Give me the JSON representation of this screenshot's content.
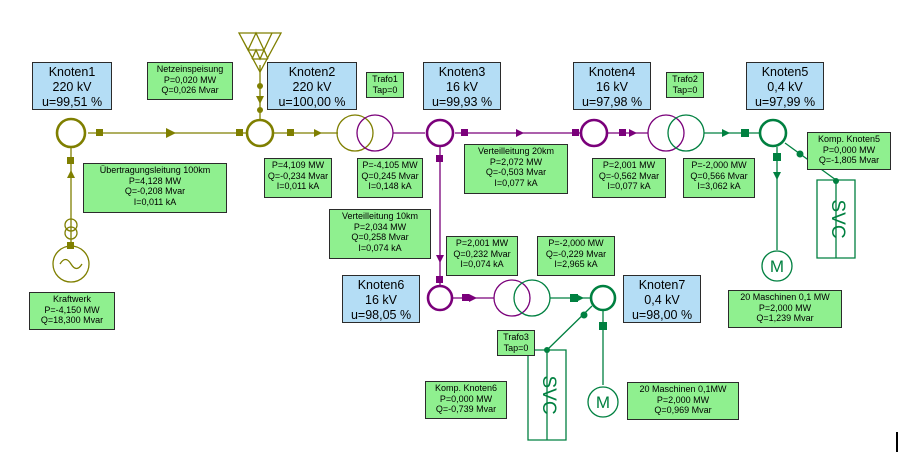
{
  "colors": {
    "line_220kV": "#7f7f00",
    "line_16kV": "#7a007a",
    "line_04kV": "#008040",
    "node_box": "#b4ddf5",
    "result_box": "#8ff08f"
  },
  "nodes": {
    "k1": {
      "name": "Knoten1",
      "voltage": "220 kV",
      "u": "u=99,51 %"
    },
    "k2": {
      "name": "Knoten2",
      "voltage": "220 kV",
      "u": "u=100,00 %"
    },
    "k3": {
      "name": "Knoten3",
      "voltage": "16 kV",
      "u": "u=99,93 %"
    },
    "k4": {
      "name": "Knoten4",
      "voltage": "16 kV",
      "u": "u=97,98 %"
    },
    "k5": {
      "name": "Knoten5",
      "voltage": "0,4 kV",
      "u": "u=97,99 %"
    },
    "k6": {
      "name": "Knoten6",
      "voltage": "16 kV",
      "u": "u=98,05 %"
    },
    "k7": {
      "name": "Knoten7",
      "voltage": "0,4 kV",
      "u": "u=98,00 %"
    }
  },
  "elements": {
    "netz": [
      "Netzeinspeisung",
      "P=0,020 MW",
      "Q=0,026 Mvar"
    ],
    "trafo1": [
      "Trafo1",
      "Tap=0"
    ],
    "trafo2": [
      "Trafo2",
      "Tap=0"
    ],
    "trafo3": [
      "Trafo3",
      "Tap=0"
    ],
    "ueb": [
      "Übertragungsleitung 100km",
      "P=4,128 MW",
      "Q=-0,208 Mvar",
      "I=0,011 kA"
    ],
    "k2res": [
      "P=4,109 MW",
      "Q=-0,234 Mvar",
      "I=0,011 kA"
    ],
    "t1res": [
      "P=-4,105 MW",
      "Q=0,245 Mvar",
      "I=0,148 kA"
    ],
    "vl20": [
      "Verteilleitung 20km",
      "P=2,072 MW",
      "Q=-0,503 Mvar",
      "I=0,077 kA"
    ],
    "k4res": [
      "P=2,001 MW",
      "Q=-0,562 Mvar",
      "I=0,077 kA"
    ],
    "t2res": [
      "P=-2,000 MW",
      "Q=0,566 Mvar",
      "I=3,062 kA"
    ],
    "komp5": [
      "Komp. Knoten5",
      "P=0,000 MW",
      "Q=-1,805 Mvar"
    ],
    "vl10": [
      "Verteilleitung 10km",
      "P=2,034 MW",
      "Q=0,258 Mvar",
      "I=0,074 kA"
    ],
    "k6res": [
      "P=2,001 MW",
      "Q=0,232 Mvar",
      "I=0,074 kA"
    ],
    "t3res": [
      "P=-2,000 MW",
      "Q=-0,229 Mvar",
      "I=2,965 kA"
    ],
    "kraft": [
      "Kraftwerk",
      "P=-4,150 MW",
      "Q=18,300 Mvar"
    ],
    "masch5": [
      "20 Maschinen 0,1 MW",
      "P=2,000 MW",
      "Q=1,239 Mvar"
    ],
    "komp6": [
      "Komp. Knoten6",
      "P=0,000 MW",
      "Q=-0,739 Mvar"
    ],
    "masch7": [
      "20 Maschinen 0,1MW",
      "P=2,000 MW",
      "Q=0,969 Mvar"
    ]
  },
  "symbols": {
    "svc": "SVC",
    "motor": "M"
  }
}
